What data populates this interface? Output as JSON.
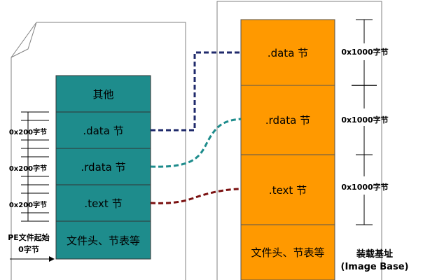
{
  "file_view": {
    "sections": [
      {
        "label": "其他"
      },
      {
        "label": ".data 节"
      },
      {
        "label": ".rdata 节"
      },
      {
        "label": ".text 节"
      },
      {
        "label": "文件头、节表等"
      }
    ],
    "size_labels": [
      "0x200字节",
      "0x200字节",
      "0x200字节"
    ],
    "start_label_line1": "PE文件起始",
    "start_label_line2": "0字节"
  },
  "memory_view": {
    "sections": [
      {
        "label": ".data 节"
      },
      {
        "label": ".rdata 节"
      },
      {
        "label": ".text 节"
      },
      {
        "label": "文件头、节表等"
      }
    ],
    "size_labels": [
      "0x1000字节",
      "0x1000字节",
      "0x1000字节"
    ],
    "base_label_line1": "装载基址",
    "base_label_line2": "(Image Base)"
  },
  "colors": {
    "file_section_fill": "#1E8C8C",
    "memory_section_fill": "#FF9900",
    "data_connector": "#1F2A6B",
    "rdata_connector": "#1E8C8C",
    "text_connector": "#7A1010"
  }
}
